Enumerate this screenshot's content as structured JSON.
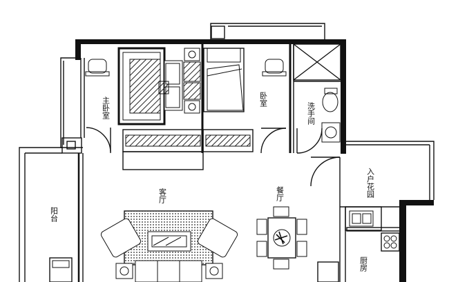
{
  "plan": {
    "rooms": {
      "master_bedroom": "主卧室",
      "bedroom": "卧室",
      "washroom": "洗手间",
      "entry_garden": "入户花园",
      "living_room": "客厅",
      "dining_room": "餐厅",
      "balcony": "阳台",
      "kitchen": "厨房"
    }
  }
}
